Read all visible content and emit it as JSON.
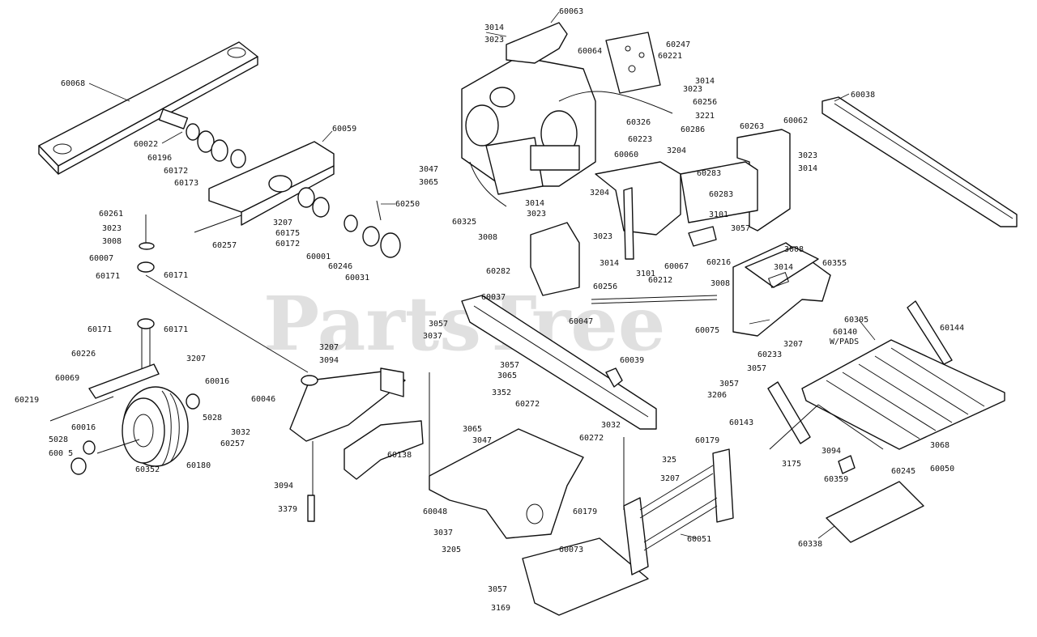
{
  "watermark": {
    "text": "PartsTree",
    "trademark": "TM"
  },
  "callouts": [
    "60068",
    "60022",
    "60196",
    "60172",
    "60173",
    "60059",
    "60257",
    "3207",
    "60175",
    "60172",
    "60001",
    "60246",
    "60031",
    "60250",
    "60261",
    "3023",
    "3008",
    "60007",
    "60171",
    "60171",
    "60171",
    "60171",
    "60226",
    "3207",
    "60069",
    "60219",
    "60016",
    "5028",
    "600 5",
    "60352",
    "60180",
    "60016",
    "5028",
    "60046",
    "3207",
    "3094",
    "3032",
    "60257",
    "60138",
    "3094",
    "3379",
    "3014",
    "3023",
    "60063",
    "60064",
    "60247",
    "60221",
    "3014",
    "3023",
    "60256",
    "3221",
    "60326",
    "60223",
    "60286",
    "60263",
    "60062",
    "3023",
    "3014",
    "3047",
    "3065",
    "60060",
    "3204",
    "60283",
    "60283",
    "3204",
    "3014",
    "3023",
    "60325",
    "3008",
    "3023",
    "3014",
    "3101",
    "60067",
    "60212",
    "3101",
    "3057",
    "60216",
    "60282",
    "60256",
    "3008",
    "3014",
    "60355",
    "3008",
    "60075",
    "60038",
    "60037",
    "3057",
    "3037",
    "60047",
    "3057",
    "3065",
    "3352",
    "60039",
    "60272",
    "3032",
    "60272",
    "325",
    "3065",
    "3047",
    "60048",
    "3037",
    "3205",
    "60073",
    "3057",
    "3169",
    "60179",
    "3207",
    "60179",
    "60051",
    "60305",
    "60140",
    "W/PADS",
    "60144",
    "3207",
    "60233",
    "3057",
    "3057",
    "3206",
    "60143",
    "3094",
    "3175",
    "60359",
    "60245",
    "60050",
    "3068",
    "60338"
  ]
}
